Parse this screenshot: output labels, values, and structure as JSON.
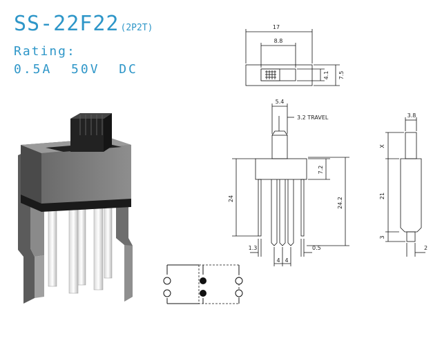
{
  "header": {
    "model": "SS-22F22",
    "config": "(2P2T)",
    "rating_label": "Rating:",
    "rating_value": "0.5A  50V  DC"
  },
  "top_view": {
    "width": "17",
    "slider_width": "8.8",
    "slider_height": "4.1",
    "body_height": "7.5"
  },
  "front_view": {
    "knob_width": "5.4",
    "travel": "3.2 TRAVEL",
    "body_height": "7.2",
    "pin_length": "24",
    "total_height": "24.2",
    "pin_offset": "1.3",
    "pin_pitch_a": "4",
    "pin_pitch_b": "4",
    "pin_thickness": "0.5"
  },
  "side_view": {
    "knob_width": "3.8",
    "knob_height": "X",
    "body_height": "21",
    "pin_length": "3",
    "pin_width": "2"
  },
  "colors": {
    "accent": "#2e96c8",
    "line": "#111111"
  }
}
